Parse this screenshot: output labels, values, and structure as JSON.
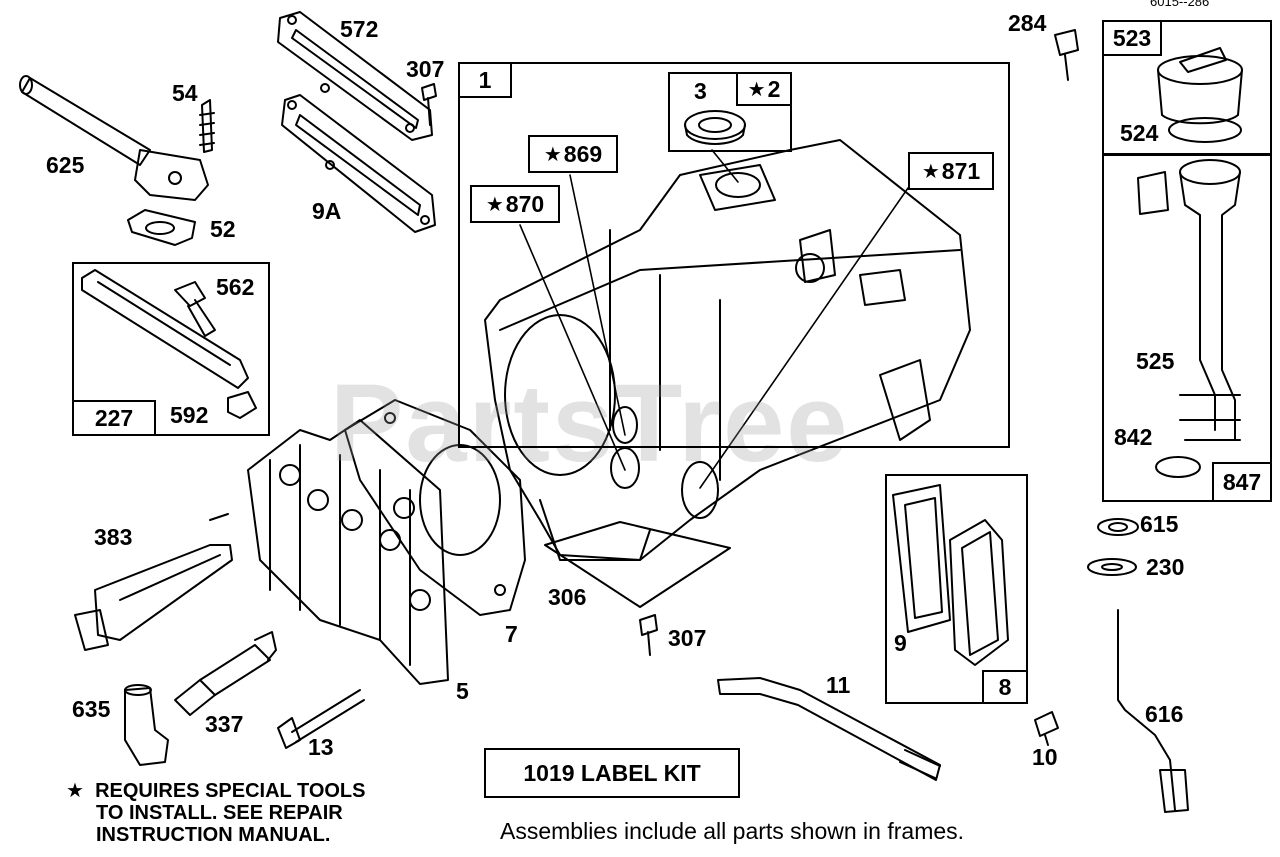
{
  "watermark": "PartsTree",
  "corner_code": "6015--286",
  "note": {
    "star": "★",
    "line1": "REQUIRES SPECIAL TOOLS",
    "line2": "TO INSTALL.  SEE REPAIR",
    "line3": "INSTRUCTION MANUAL."
  },
  "footer": "Assemblies include all parts shown in frames.",
  "label_kit": "1019 LABEL KIT",
  "star_symbol": "★",
  "framed_labels": {
    "cyl_assembly": "1",
    "seal": "3",
    "seal_star": "2",
    "p869": "869",
    "p870": "870",
    "p871": "871",
    "kit227": "227",
    "kit592": "592",
    "fill523": "523",
    "tube847": "847",
    "gasket8": "8"
  },
  "parts": {
    "p572": "572",
    "p307a": "307",
    "p54": "54",
    "p625": "625",
    "p52": "52",
    "p9a": "9A",
    "p562": "562",
    "p284": "284",
    "p524": "524",
    "p525": "525",
    "p842": "842",
    "p615": "615",
    "p230": "230",
    "p616": "616",
    "p383": "383",
    "p306": "306",
    "p307b": "307",
    "p7": "7",
    "p5": "5",
    "p9": "9",
    "p11": "11",
    "p10": "10",
    "p635": "635",
    "p337": "337",
    "p13": "13"
  }
}
